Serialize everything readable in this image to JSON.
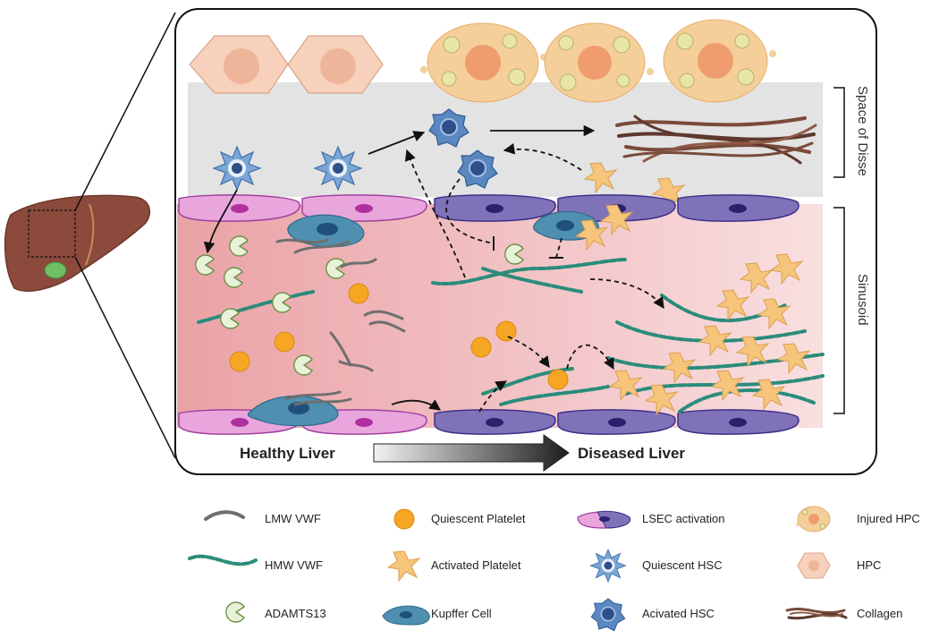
{
  "figure": {
    "bottom_labels": {
      "healthy": "Healthy Liver",
      "diseased": "Diseased Liver"
    },
    "side_labels": {
      "space_of_disse": "Space of Disse",
      "sinusoid": "Sinusoid"
    }
  },
  "legend": {
    "items": [
      {
        "key": "lmw_vwf",
        "label": "LMW VWF"
      },
      {
        "key": "hmw_vwf",
        "label": "HMW VWF"
      },
      {
        "key": "adamts13",
        "label": "ADAMTS13"
      },
      {
        "key": "quiescent_platelet",
        "label": "Quiescent Platelet"
      },
      {
        "key": "activated_platelet",
        "label": "Activated Platelet"
      },
      {
        "key": "kupffer_cell",
        "label": "Kupffer Cell"
      },
      {
        "key": "lsec_activation",
        "label": "LSEC activation"
      },
      {
        "key": "quiescent_hsc",
        "label": "Quiescent HSC"
      },
      {
        "key": "activated_hsc",
        "label": "Acivated HSC"
      },
      {
        "key": "injured_hpc",
        "label": "Injured HPC"
      },
      {
        "key": "hpc",
        "label": "HPC"
      },
      {
        "key": "collagen",
        "label": "Collagen"
      }
    ]
  },
  "colors": {
    "liver": "#8b4a3c",
    "space_of_disse": "#e3e3e3",
    "sinusoid": "#f2b8ba",
    "platelet": "#f5a623",
    "activated_platelet": "#f6c47a",
    "hmw_vwf": "#2a8c7a",
    "lmw_vwf": "#777777",
    "adamts13": "#e8f2d8",
    "lsec_healthy": "#e9a6dd",
    "lsec_activated": "#7f72b8",
    "hsc": "#6d98c9",
    "hpc": "#f7d1bb",
    "injured_hpc": "#f5cf9a",
    "collagen": "#7a4a3a"
  }
}
